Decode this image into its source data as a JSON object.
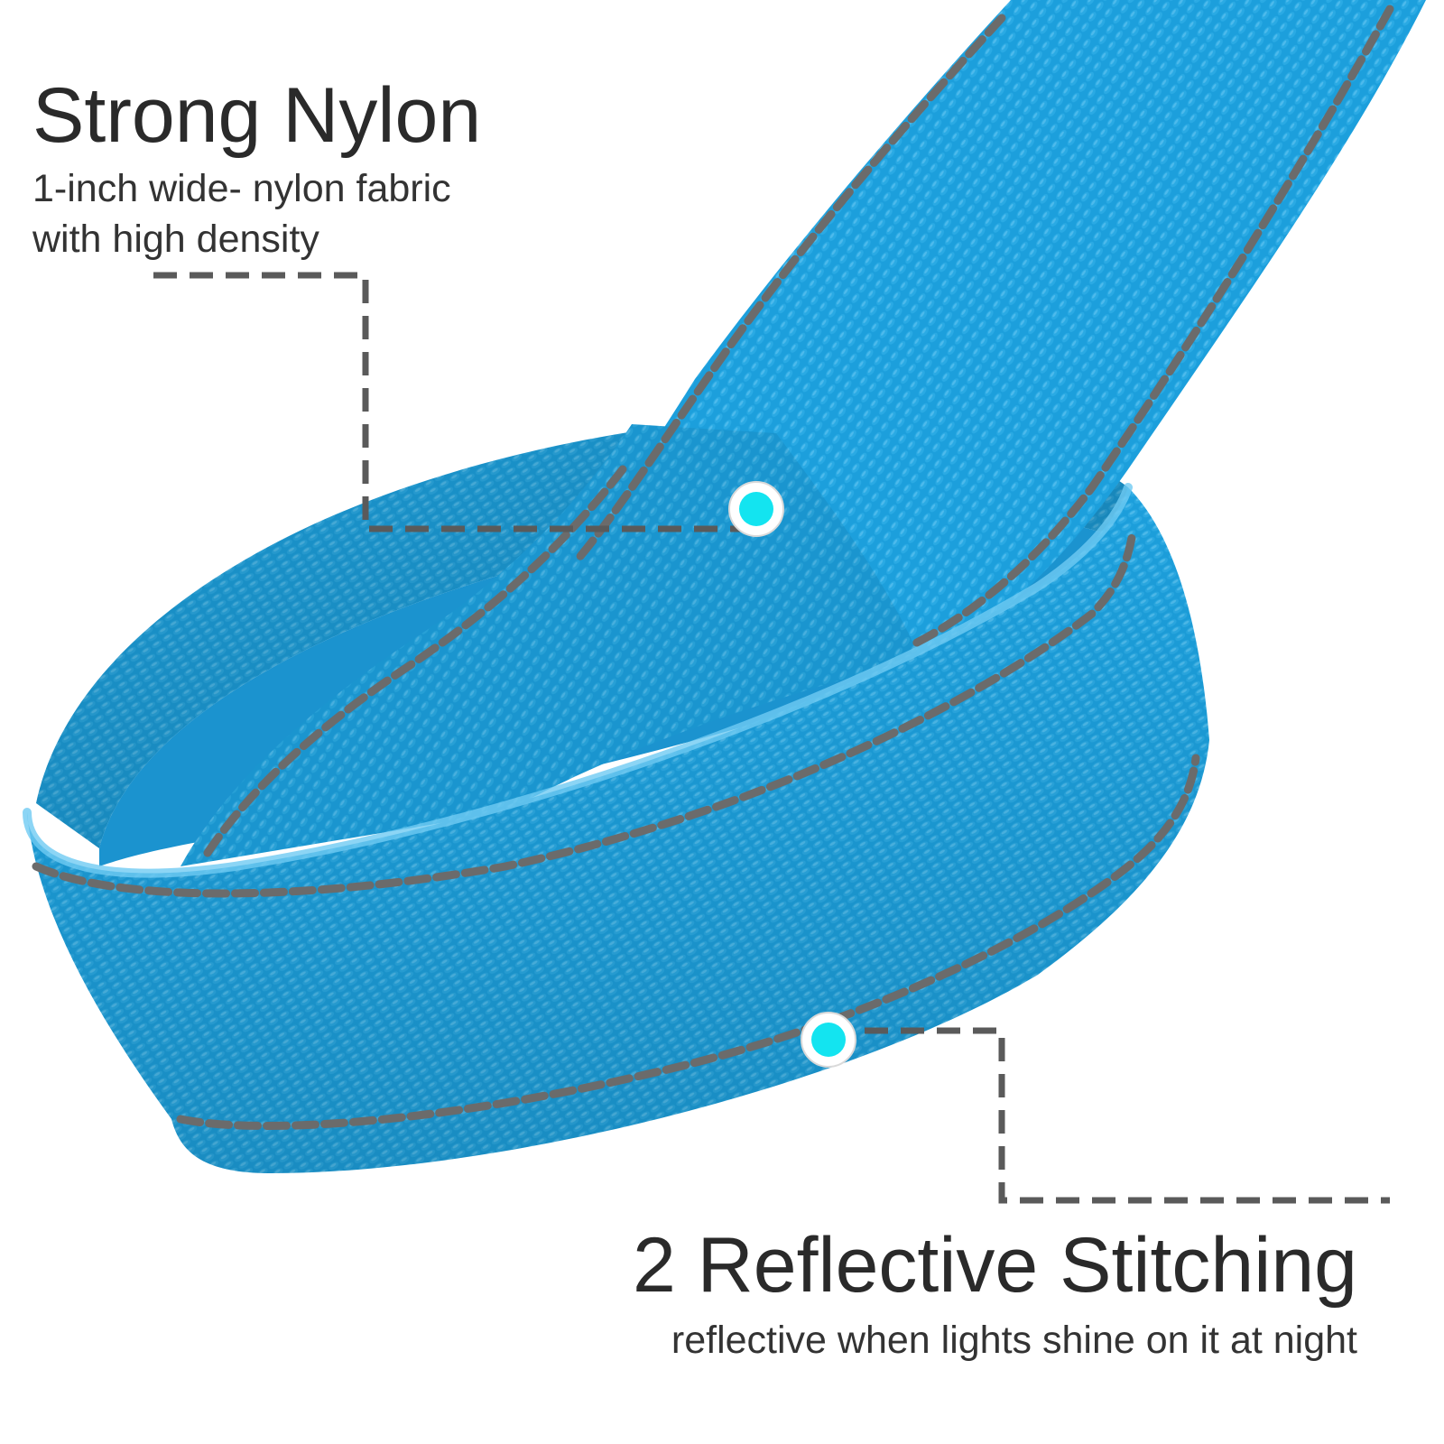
{
  "callouts": {
    "nylon": {
      "title": "Strong Nylon",
      "line1": "1-inch wide- nylon fabric",
      "line2": "with high density"
    },
    "reflective": {
      "title": "2 Reflective Stitching",
      "line1": "reflective when lights shine on it at night"
    }
  },
  "colors": {
    "nylon": "#1c9fdc",
    "nylon_dark": "#1482bd",
    "nylon_light": "#47b6ea",
    "stitch": "#6b6b6b",
    "leader": "#5a5a5a",
    "marker": "#13e4f0"
  },
  "icons": {
    "marker": "marker-dot-icon"
  }
}
